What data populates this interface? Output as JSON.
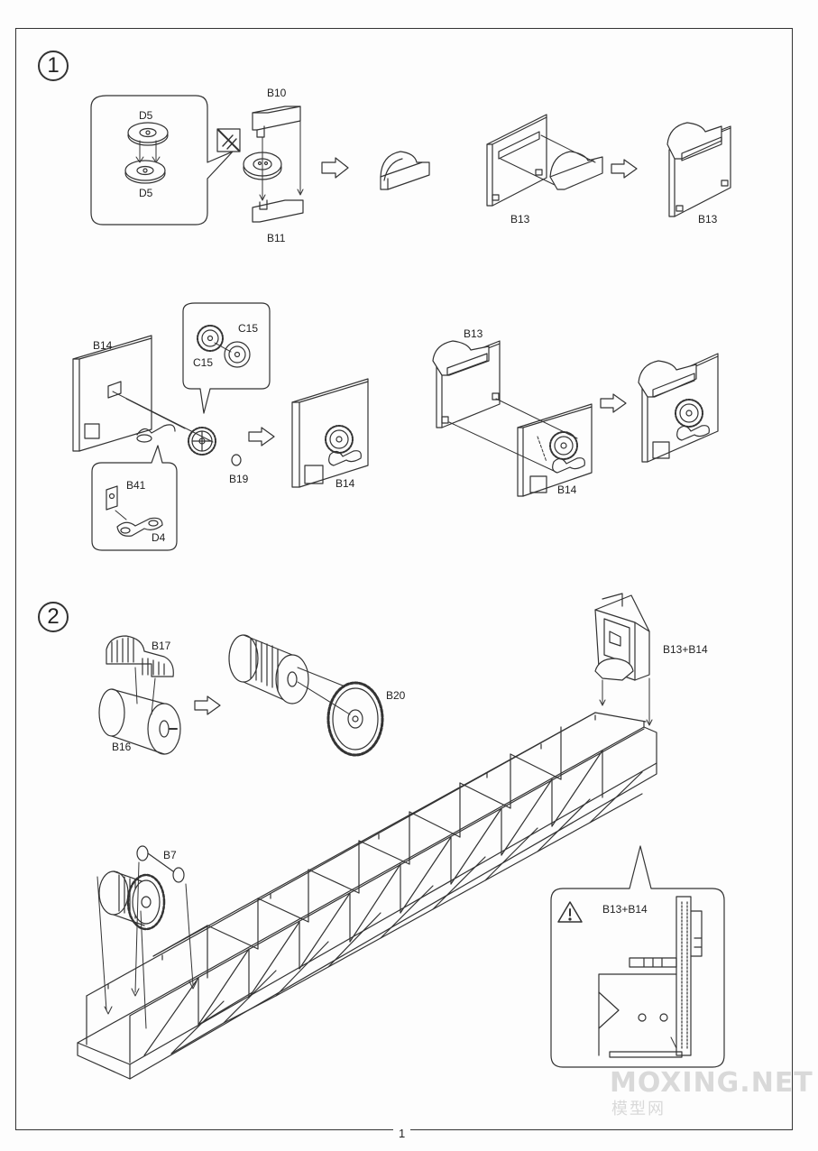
{
  "steps": [
    "1",
    "2"
  ],
  "labels": {
    "d5_top": "D5",
    "d5_bottom": "D5",
    "b10": "B10",
    "b11": "B11",
    "b13_a": "B13",
    "b13_b": "B13",
    "b14_a": "B14",
    "c15_a": "C15",
    "c15_b": "C15",
    "b19": "B19",
    "b41": "B41",
    "d4": "D4",
    "b14_b": "B14",
    "b13_c": "B13",
    "b14_c": "B14",
    "b17": "B17",
    "b16": "B16",
    "b20": "B20",
    "b13b14_a": "B13+B14",
    "b7": "B7",
    "b13b14_b": "B13+B14"
  },
  "page_number": "1",
  "watermark": {
    "line1": "MOXING.NET",
    "line2": "模型网"
  },
  "icons": [
    "no-glue-icon",
    "warning-icon"
  ]
}
